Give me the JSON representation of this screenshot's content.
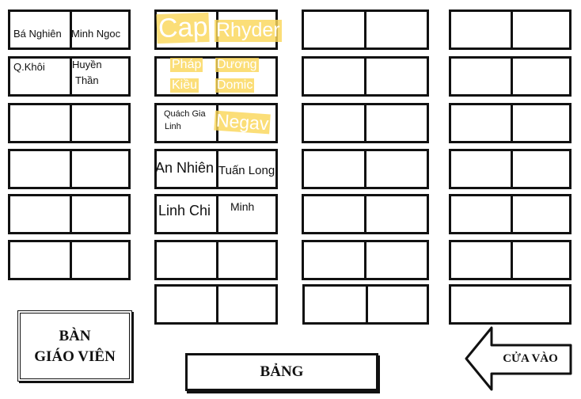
{
  "colors": {
    "line": "#111111",
    "highlight": "#fad75a",
    "paper": "#ffffff"
  },
  "labels": {
    "teacher_desk_line1": "BÀN",
    "teacher_desk_line2": "GIÁO VIÊN",
    "board": "BẢNG",
    "door": "CỬA VÀO"
  },
  "seats": {
    "c1r1_left": "Bá Nghiên",
    "c1r1_right": "Minh Ngoc",
    "c1r2_left": "Q.Khôi",
    "c1r2_right_line1": "Huyền",
    "c1r2_right_line2": "Thần",
    "c2r1_left": "Cap",
    "c2r1_right": "Rhyder",
    "c2r2_left_line1": "Pháp",
    "c2r2_left_line2": "Kiều",
    "c2r2_right_line1": "Dương",
    "c2r2_right_line2": "Domic",
    "c2r3_left_line1": "Quách Gia",
    "c2r3_left_line2": "Linh",
    "c2r3_right": "Negav",
    "c2r4_left": "An Nhiên",
    "c2r4_right": "Tuấn Long.",
    "c2r5_left": "Linh Chi",
    "c2r5_right": "Minh"
  }
}
